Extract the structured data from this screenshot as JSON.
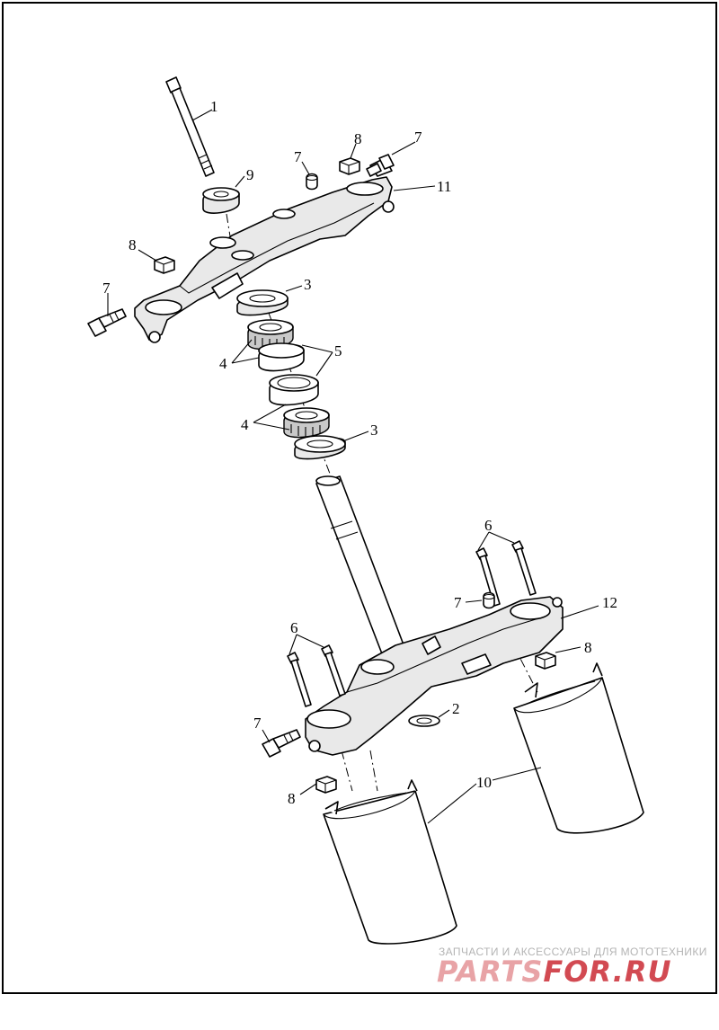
{
  "callouts": {
    "c1": "1",
    "c2": "2",
    "c3a": "3",
    "c3b": "3",
    "c4a": "4",
    "c4b": "4",
    "c5": "5",
    "c6a": "6",
    "c6b": "6",
    "c7a": "7",
    "c7b": "7",
    "c7c": "7",
    "c7d": "7",
    "c7e": "7",
    "c8a": "8",
    "c8b": "8",
    "c8c": "8",
    "c8d": "8",
    "c9": "9",
    "c10": "10",
    "c11": "11",
    "c12": "12"
  },
  "watermark": {
    "subtitle": "ЗАПЧАСТИ И АКСЕССУАРЫ ДЛЯ МОТОТЕХНИКИ",
    "logo_part1": "PARTS",
    "logo_part2": "FOR.RU"
  },
  "colors": {
    "line": "#000000",
    "watermark_text": "#b4b4b4",
    "watermark_logo_light": "#e8a3a6",
    "watermark_logo_dark": "#d24a52"
  }
}
